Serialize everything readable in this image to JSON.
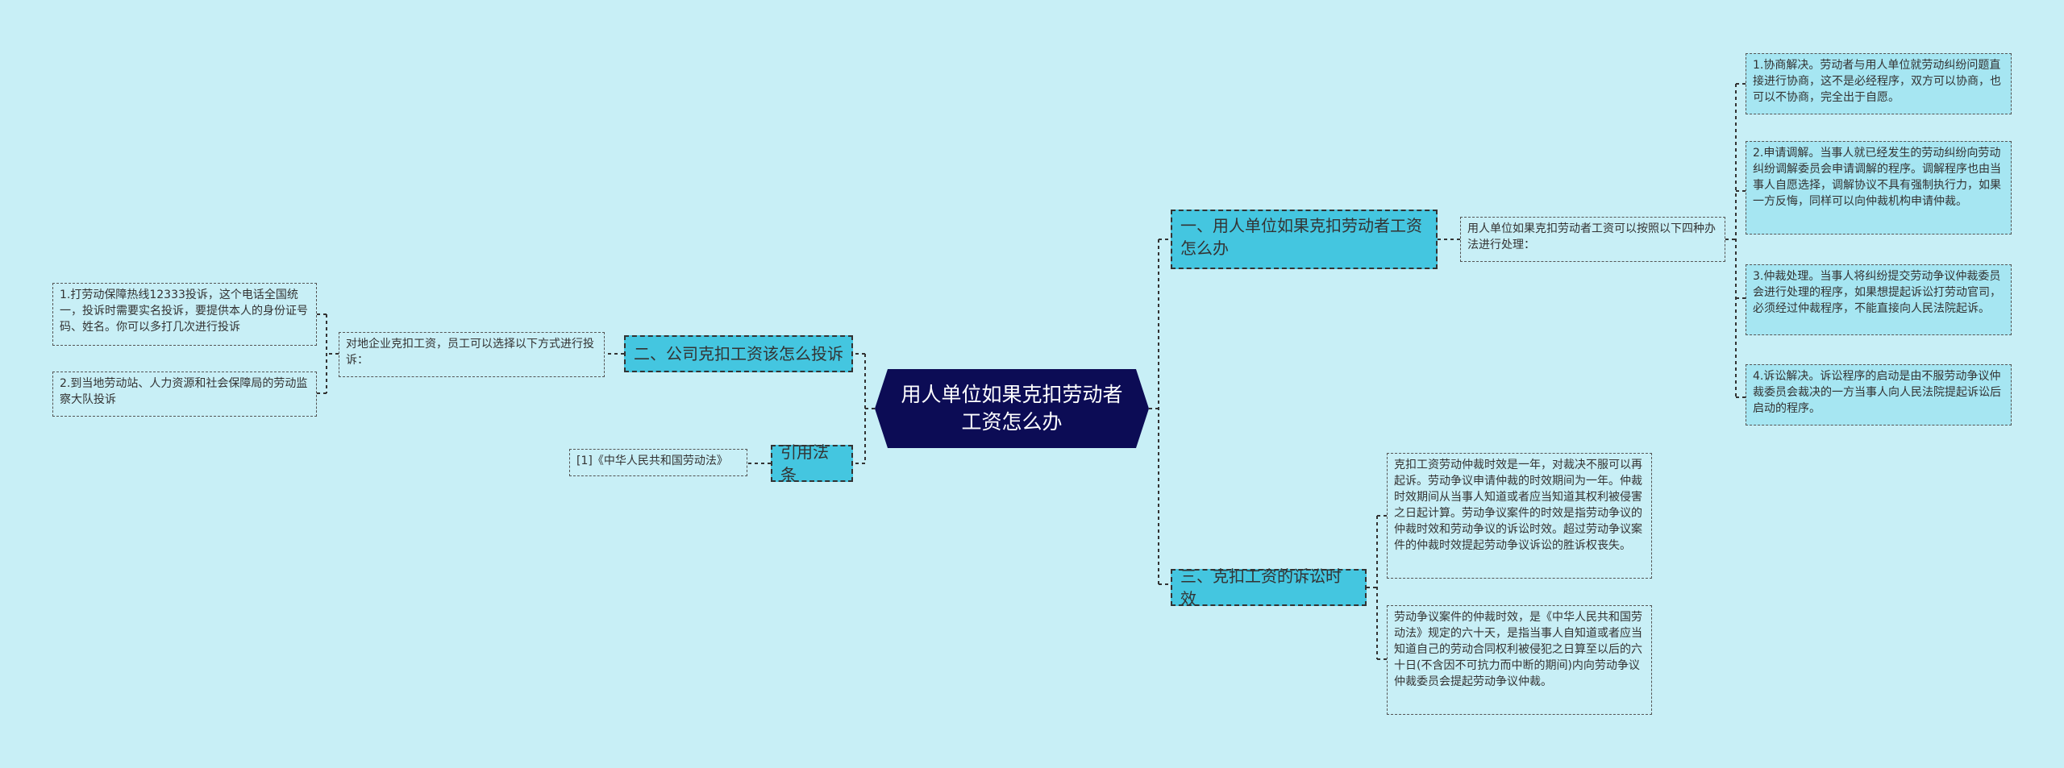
{
  "root": {
    "title": "用人单位如果克扣劳动者工资怎么办"
  },
  "branches": {
    "b1": {
      "title": "一、用人单位如果克扣劳动者工资怎么办",
      "sub": "用人单位如果克扣劳动者工资可以按照以下四种办法进行处理：",
      "items": [
        "1.协商解决。劳动者与用人单位就劳动纠纷问题直接进行协商，这不是必经程序，双方可以协商，也可以不协商，完全出于自愿。",
        "2.申请调解。当事人就已经发生的劳动纠纷向劳动纠纷调解委员会申请调解的程序。调解程序也由当事人自愿选择，调解协议不具有强制执行力，如果一方反悔，同样可以向仲裁机构申请仲裁。",
        "3.仲裁处理。当事人将纠纷提交劳动争议仲裁委员会进行处理的程序，如果想提起诉讼打劳动官司，必须经过仲裁程序，不能直接向人民法院起诉。",
        "4.诉讼解决。诉讼程序的启动是由不服劳动争议仲裁委员会裁决的一方当事人向人民法院提起诉讼后启动的程序。"
      ]
    },
    "b2": {
      "title": "二、公司克扣工资该怎么投诉",
      "sub": "对地企业克扣工资，员工可以选择以下方式进行投诉：",
      "items": [
        "1.打劳动保障热线12333投诉，这个电话全国统一，投诉时需要实名投诉，要提供本人的身份证号码、姓名。你可以多打几次进行投诉",
        "2.到当地劳动站、人力资源和社会保障局的劳动监察大队投诉"
      ]
    },
    "b3": {
      "title": "引用法条",
      "items": [
        "[1]《中华人民共和国劳动法》"
      ]
    },
    "b4": {
      "title": "三、克扣工资的诉讼时效",
      "items": [
        "克扣工资劳动仲裁时效是一年，对裁决不服可以再起诉。劳动争议申请仲裁的时效期间为一年。仲裁时效期间从当事人知道或者应当知道其权利被侵害之日起计算。劳动争议案件的时效是指劳动争议的仲裁时效和劳动争议的诉讼时效。超过劳动争议案件的仲裁时效提起劳动争议诉讼的胜诉权丧失。",
        "劳动争议案件的仲裁时效，是《中华人民共和国劳动法》规定的六十天，是指当事人自知道或者应当知道自己的劳动合同权利被侵犯之日算至以后的六十日(不含因不可抗力而中断的期间)内向劳动争议仲裁委员会提起劳动争议仲裁。"
      ]
    }
  }
}
